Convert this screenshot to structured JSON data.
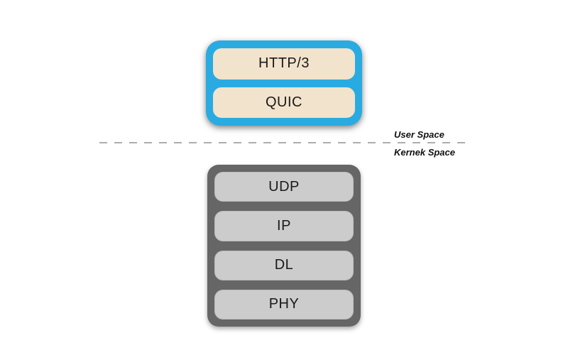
{
  "diagram": {
    "user_space": {
      "container_color": "#29ABE2",
      "layer_color": "#F2E3CC",
      "layers": [
        {
          "label": "HTTP/3"
        },
        {
          "label": "QUIC"
        }
      ]
    },
    "boundary": {
      "top_label": "User Space",
      "bottom_label": "Kernek Space",
      "line_color": "#ADADAD"
    },
    "kernel_space": {
      "container_color": "#666666",
      "layer_color": "#CCCCCC",
      "layers": [
        {
          "label": "UDP"
        },
        {
          "label": "IP"
        },
        {
          "label": "DL"
        },
        {
          "label": "PHY"
        }
      ]
    }
  }
}
